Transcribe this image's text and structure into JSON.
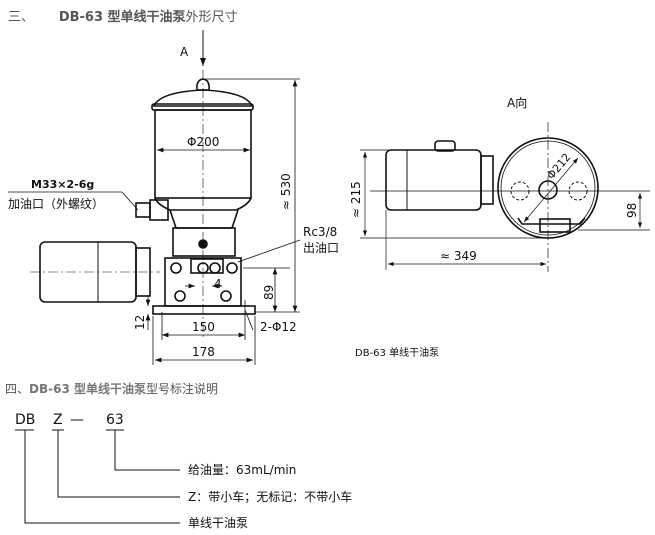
{
  "section3": {
    "prefix": "三、",
    "model": "DB-63 型单线干油泵",
    "suffix": "外形尺寸"
  },
  "front_view": {
    "view_arrow": "A",
    "reservoir_diameter": "Φ200",
    "height": "≈ 530",
    "fill_port_thread": "M33×2-6g",
    "fill_port_label": "加油口（外螺纹）",
    "outlet_thread": "Rc3/8",
    "outlet_label": "出油口",
    "dim_89": "89",
    "dim_4": "4",
    "dim_12": "12",
    "dim_150": "150",
    "dim_178": "178",
    "mount_holes": "2-Φ12"
  },
  "side_view": {
    "title": "A向",
    "diameter": "Φ212",
    "width": "≈ 215",
    "length": "≈ 349",
    "dim_98": "98",
    "caption": "DB-63 单线干油泵"
  },
  "section4": {
    "prefix": "四、",
    "model": "DB-63 型单线干油泵",
    "suffix": "型号标注说明"
  },
  "model_code": {
    "part_db": "DB",
    "part_z": "Z",
    "dash": "—",
    "part_63": "63",
    "desc_63": "给油量：63mL/min",
    "desc_z": "Z：带小车；无标记：不带小车",
    "desc_db": "单线干油泵"
  }
}
